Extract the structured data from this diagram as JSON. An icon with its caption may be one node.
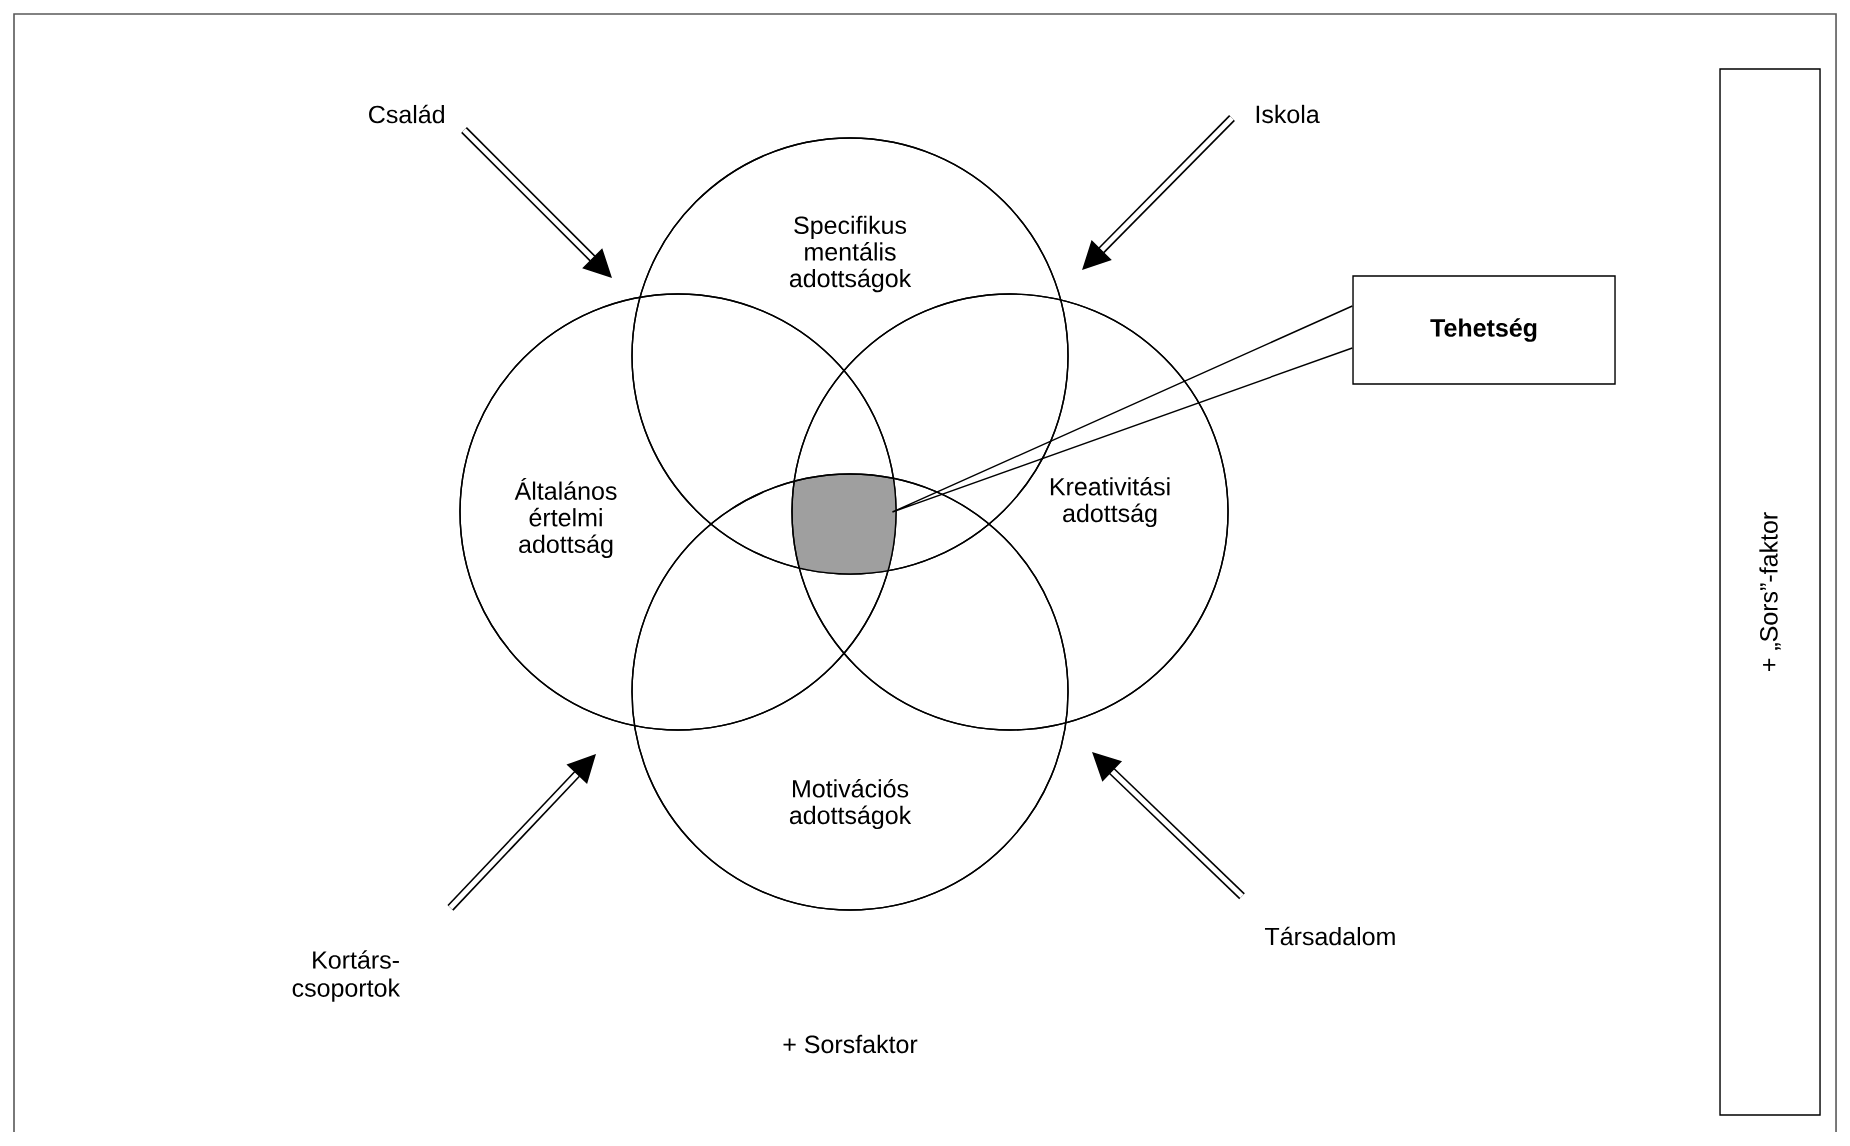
{
  "diagram": {
    "nodes": [
      {
        "text": [
          "Család"
        ]
      },
      {
        "text": [
          "Iskola"
        ]
      },
      {
        "text": [
          "Specifikus mentális adottságok"
        ]
      },
      {
        "text": [
          "Tehetség"
        ]
      },
      {
        "text": [
          "Általános értelmi adottság"
        ]
      },
      {
        "text": [],
        "shape": "box"
      },
      {
        "text": [
          "Kreativitási adottság"
        ]
      },
      {
        "text": [
          "Motivációs adottságok"
        ]
      },
      {
        "text": [
          "Kortárs- csoportok"
        ]
      },
      {
        "text": [
          "Társadalom"
        ]
      },
      {
        "text": [
          "+ „Sors”-faktor"
        ]
      }
    ],
    "edges": [
      {
        "from": 0,
        "to": null,
        "arrow": "to"
      },
      {
        "from": 1,
        "to": null,
        "arrow": "to"
      },
      {
        "from": 3,
        "to": 5,
        "arrow": "none"
      },
      {
        "from": 8,
        "to": null,
        "arrow": "to"
      },
      {
        "from": 9,
        "to": null,
        "arrow": "to"
      }
    ],
    "labels": [
      "+ Sorsfaktor"
    ]
  }
}
